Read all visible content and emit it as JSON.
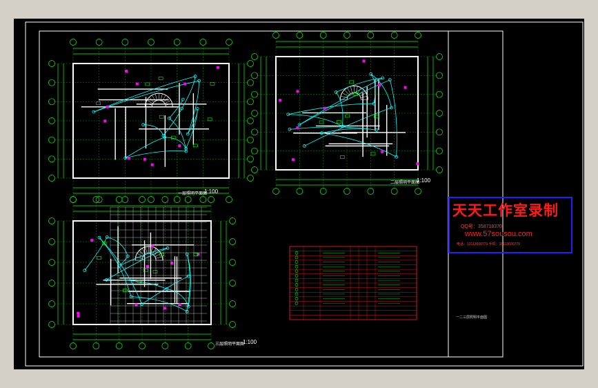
{
  "drawing": {
    "plan_scale": "1:100",
    "plans": [
      {
        "label": "一层照明平面图"
      },
      {
        "label": "二层照明平面图"
      },
      {
        "label": "三层照明平面图"
      }
    ],
    "title_block_name": "一二三层照明平面图",
    "colors": {
      "background": "#000000",
      "frame": "#ffffff",
      "walls": "#ffffff",
      "dimension": "#00ff00",
      "axis_bubble": "#00ff00",
      "wiring": "#00ffff",
      "fixture": "#ff00ff",
      "legend_grid": "#ff2020",
      "window_bg": "#d4d0c8"
    }
  },
  "watermark": {
    "title": "天天工作室录制",
    "qq": "QQ号：358718370",
    "url": "www.57sousou.com",
    "line": "电话：13113600779 手机：18113600779"
  }
}
